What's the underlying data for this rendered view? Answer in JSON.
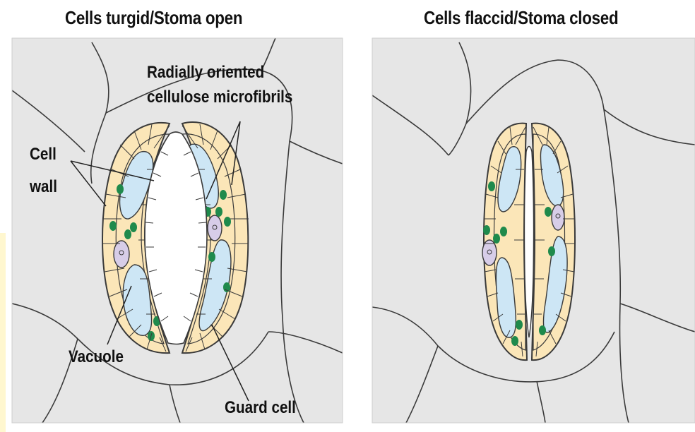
{
  "panels": [
    {
      "title": "Cells turgid/Stoma open",
      "labels": {
        "microfibrils_line1": "Radially oriented",
        "microfibrils_line2": "cellulose microfibrils",
        "cell_wall_line1": "Cell",
        "cell_wall_line2": "wall",
        "vacuole": "Vacuole",
        "guard_cell": "Guard cell"
      }
    },
    {
      "title": "Cells flaccid/Stoma closed"
    }
  ],
  "colors": {
    "background_tissue": "#e6e6e6",
    "cell_outline": "#3a3a3a",
    "guard_cell_cytoplasm": "#fbe6b8",
    "guard_cell_wall": "#f7efe2",
    "vacuole": "#cde6f5",
    "chloroplast": "#1f8a4c",
    "nucleus": "#d7cde8",
    "stoma_pore": "#ffffff"
  }
}
